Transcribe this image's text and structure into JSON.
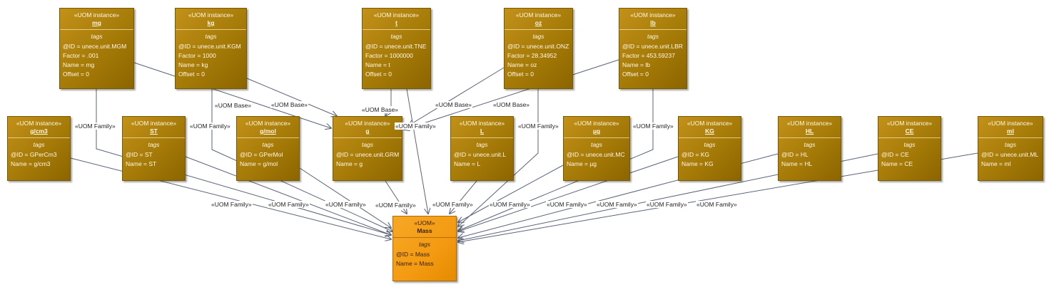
{
  "nodes": {
    "mg": {
      "stereotype": "«UOM instance»",
      "name": "mg",
      "tags_header": "tags",
      "tags": [
        "@ID = unece.unit.MGM",
        "Factor = .001",
        "Name = mg",
        "Offset = 0"
      ]
    },
    "kg": {
      "stereotype": "«UOM instance»",
      "name": "kg",
      "tags_header": "tags",
      "tags": [
        "@ID = unece.unit.KGM",
        "Factor = 1000",
        "Name = kg",
        "Offset = 0"
      ]
    },
    "t": {
      "stereotype": "«UOM instance»",
      "name": "t",
      "tags_header": "tags",
      "tags": [
        "@ID = unece.unit.TNE",
        "Factor = 1000000",
        "Name = t",
        "Offset = 0"
      ]
    },
    "oz": {
      "stereotype": "«UOM instance»",
      "name": "oz",
      "tags_header": "tags",
      "tags": [
        "@ID = unece.unit.ONZ",
        "Factor = 28.34952",
        "Name = oz",
        "Offset = 0"
      ]
    },
    "lb": {
      "stereotype": "«UOM instance»",
      "name": "lb",
      "tags_header": "tags",
      "tags": [
        "@ID = unece.unit.LBR",
        "Factor = 453.59237",
        "Name = lb",
        "Offset = 0"
      ]
    },
    "gcm3": {
      "stereotype": "«UOM instance»",
      "name": "g/cm3",
      "tags_header": "tags",
      "tags": [
        "@ID = GPerCm3",
        "Name = g/cm3"
      ]
    },
    "ST": {
      "stereotype": "«UOM instance»",
      "name": "ST",
      "tags_header": "tags",
      "tags": [
        "@ID = ST",
        "Name = ST"
      ]
    },
    "gmol": {
      "stereotype": "«UOM instance»",
      "name": "g/mol",
      "tags_header": "tags",
      "tags": [
        "@ID = GPerMol",
        "Name = g/mol"
      ]
    },
    "g": {
      "stereotype": "«UOM instance»",
      "name": "g",
      "tags_header": "tags",
      "tags": [
        "@ID = unece.unit.GRM",
        "Name = g"
      ]
    },
    "L": {
      "stereotype": "«UOM instance»",
      "name": "L",
      "tags_header": "tags",
      "tags": [
        "@ID = unece.unit.L",
        "Name = L"
      ]
    },
    "ug": {
      "stereotype": "«UOM instance»",
      "name": "µg",
      "tags_header": "tags",
      "tags": [
        "@ID = unece.unit.MC",
        "Name = µg"
      ]
    },
    "KG": {
      "stereotype": "«UOM instance»",
      "name": "KG",
      "tags_header": "tags",
      "tags": [
        "@ID = KG",
        "Name = KG"
      ]
    },
    "HL": {
      "stereotype": "«UOM instance»",
      "name": "HL",
      "tags_header": "tags",
      "tags": [
        "@ID = HL",
        "Name = HL"
      ]
    },
    "CE": {
      "stereotype": "«UOM instance»",
      "name": "CE",
      "tags_header": "tags",
      "tags": [
        "@ID = CE",
        "Name = CE"
      ]
    },
    "ml": {
      "stereotype": "«UOM instance»",
      "name": "ml",
      "tags_header": "tags",
      "tags": [
        "@ID = unece.unit.ML",
        "Name = ml"
      ]
    },
    "Mass": {
      "stereotype": "«UOM»",
      "name": "Mass",
      "tags_header": "tags",
      "tags": [
        "@ID = Mass",
        "Name = Mass"
      ]
    }
  },
  "edge_labels": {
    "uom_base": "«UOM Base»",
    "uom_family": "«UOM Family»"
  },
  "colors": {
    "instance_fill": "#a57a07",
    "uom_fill": "#f39a12",
    "connector": "#5a6477"
  }
}
